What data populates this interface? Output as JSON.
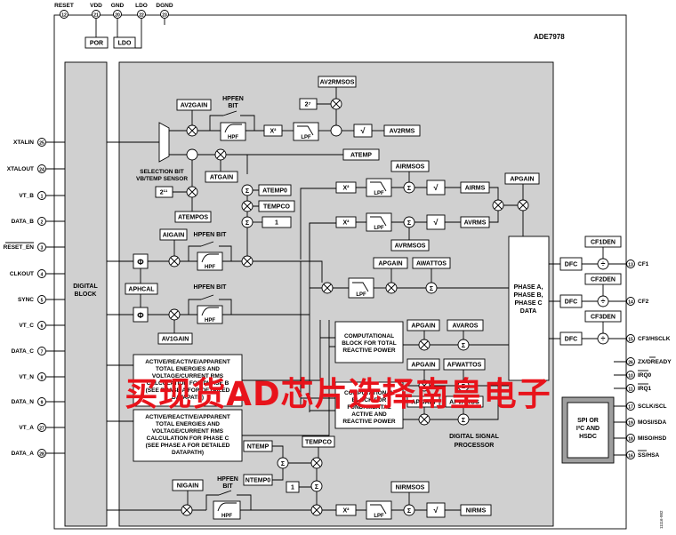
{
  "chip": {
    "name": "ADE7978",
    "dsp_label": [
      "DIGITAL SIGNAL",
      "PROCESSOR"
    ],
    "digital_block_label": [
      "DIGITAL",
      "BLOCK"
    ],
    "figure_id": "11116-002"
  },
  "top_pins": [
    {
      "label": "RESET",
      "number": "12"
    },
    {
      "label": "VDD",
      "number": "21"
    },
    {
      "label": "GND",
      "number": "20"
    },
    {
      "label": "LDO",
      "number": "22"
    },
    {
      "label": "DGND",
      "number": "23"
    }
  ],
  "left_pins": [
    {
      "label": "XTALIN",
      "number": "25"
    },
    {
      "label": "XTALOUT",
      "number": "24"
    },
    {
      "label": "VT_B",
      "number": "1"
    },
    {
      "label": "DATA_B",
      "number": "2"
    },
    {
      "label": "RESET_EN",
      "number": "3"
    },
    {
      "label": "CLKOUT",
      "number": "4"
    },
    {
      "label": "SYNC",
      "number": "5"
    },
    {
      "label": "VT_C",
      "number": "6"
    },
    {
      "label": "DATA_C",
      "number": "7"
    },
    {
      "label": "VT_N",
      "number": "8"
    },
    {
      "label": "DATA_N",
      "number": "9"
    },
    {
      "label": "VT_A",
      "number": "27"
    },
    {
      "label": "DATA_A",
      "number": "28"
    }
  ],
  "right_pins": [
    {
      "label": "CF1",
      "number": "13"
    },
    {
      "label": "CF2",
      "number": "14"
    },
    {
      "label": "CF3/HSCLK",
      "number": "15"
    },
    {
      "label": "ZX/DREADY",
      "number": "26"
    },
    {
      "label": "IRQ0",
      "number": "10"
    },
    {
      "label": "IRQ1",
      "number": "11"
    },
    {
      "label": "SCLK/SCL",
      "number": "17"
    },
    {
      "label": "MOSI/SDA",
      "number": "19"
    },
    {
      "label": "MISO/HSD",
      "number": "18"
    },
    {
      "label": "SS/HSA",
      "number": "16"
    }
  ],
  "blocks": {
    "por": "POR",
    "ldo": "LDO",
    "av2gain": "AV2GAIN",
    "av2rmsos": "AV2RMSOS",
    "two_pow_7": "2⁷",
    "hpfen_bit_1": [
      "HPFEN",
      "BIT"
    ],
    "hpf": "HPF",
    "x2": "X²",
    "lpf": "LPF",
    "sqrt": "√",
    "av2rms": "AV2RMS",
    "atemp": "ATEMP",
    "selection_bit": [
      "SELECTION BIT",
      "VB/TEMP SENSOR"
    ],
    "atgain": "ATGAIN",
    "two_pow_11": "2¹¹",
    "atempos": "ATEMPOS",
    "atemp0": "ATEMP0",
    "tempco": "TEMPCO",
    "one": "1",
    "airmsos": "AIRMSOS",
    "airms": "AIRMS",
    "apgain": "APGAIN",
    "avrms": "AVRMS",
    "avrmsos": "AVRMSOS",
    "aigain": "AIGAIN",
    "hpfen_bit": "HPFEN BIT",
    "phi": "Φ",
    "aphcal": "APHCAL",
    "awattos": "AWATTOS",
    "av1gain": "AV1GAIN",
    "phase_data": [
      "PHASE A,",
      "PHASE B,",
      "PHASE C",
      "DATA"
    ],
    "dfc": "DFC",
    "cf1den": "CF1DEN",
    "cf2den": "CF2DEN",
    "cf3den": "CF3DEN",
    "phase_b_text": [
      "ACTIVE/REACTIVE/APPARENT",
      "TOTAL ENERGIES AND",
      "VOLTAGE/CURRENT RMS",
      "CALCULATION FOR PHASE B",
      "(SEE PHASE A FOR DETAILED",
      "DATAPATH)"
    ],
    "phase_c_text": [
      "ACTIVE/REACTIVE/APPARENT",
      "TOTAL ENERGIES AND",
      "VOLTAGE/CURRENT RMS",
      "CALCULATION FOR PHASE C",
      "(SEE PHASE A FOR DETAILED",
      "DATAPATH)"
    ],
    "comp_total": [
      "COMPUTATIONAL",
      "BLOCK FOR TOTAL",
      "REACTIVE POWER"
    ],
    "comp_fund": [
      "COMPUTATIONAL",
      "BLOCK FOR",
      "FUNDAMENTAL",
      "ACTIVE AND",
      "REACTIVE POWER"
    ],
    "avaros": "AVAROS",
    "afwattos": "AFWATTOS",
    "afvaros": "AFVAROS",
    "spi": [
      "SPI OR",
      "I²C AND",
      "HSDC"
    ],
    "ntemp": "NTEMP",
    "ntemp0": "NTEMP0",
    "nigain": "NIGAIN",
    "nirmsos": "NIRMSOS",
    "nirms": "NIRMS"
  },
  "watermark": "买现货AD芯片选择南皇电子"
}
